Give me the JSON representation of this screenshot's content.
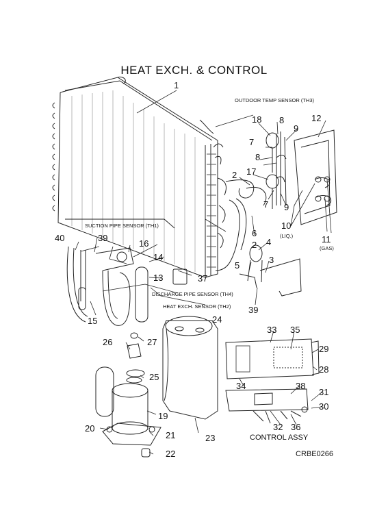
{
  "title": "HEAT EXCH. & CONTROL",
  "diagram_code": "CRBE0266",
  "control_assy_label": "CONTROL ASSY",
  "sensors": {
    "outdoor_temp": "OUTDOOR TEMP SENSOR (TH3)",
    "suction_pipe": "SUCTION PIPE SENSOR (TH1)",
    "discharge_pipe": "DISCHARGE PIPE SENSOR (TH4)",
    "heat_exch": "HEAT EXCH. SENSOR (TH2)"
  },
  "valve_labels": {
    "liq": "(LIQ.)",
    "gas": "(GAS)"
  },
  "parts": {
    "p1": "1",
    "p2": "2",
    "p3": "3",
    "p4": "4",
    "p5": "5",
    "p6": "6",
    "p7a": "7",
    "p7b": "7",
    "p8a": "8",
    "p8b": "8",
    "p9a": "9",
    "p9b": "9",
    "p10": "10",
    "p11": "11",
    "p12": "12",
    "p13": "13",
    "p14": "14",
    "p15": "15",
    "p16": "16",
    "p17": "17",
    "p18": "18",
    "p19": "19",
    "p20": "20",
    "p21": "21",
    "p22": "22",
    "p23": "23",
    "p24": "24",
    "p25": "25",
    "p26": "26",
    "p27": "27",
    "p28": "28",
    "p29": "29",
    "p30": "30",
    "p31": "31",
    "p32": "32",
    "p33": "33",
    "p34": "34",
    "p35": "35",
    "p36": "36",
    "p37": "37",
    "p38": "38",
    "p39a": "39",
    "p39b": "39",
    "p40": "40"
  }
}
